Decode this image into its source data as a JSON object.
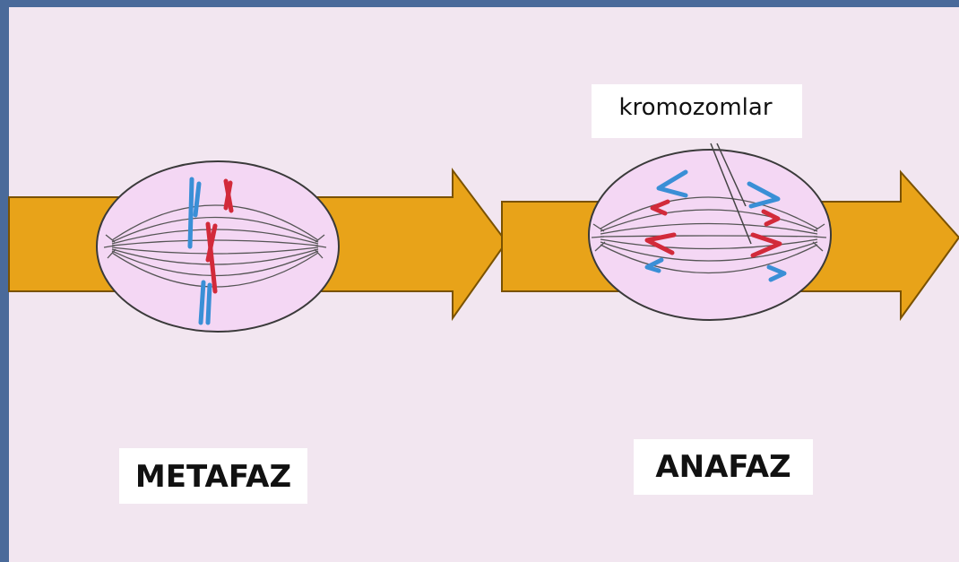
{
  "callout": {
    "text": "kromozomlar"
  },
  "stages": [
    {
      "label": "METAFAZ"
    },
    {
      "label": "ANAFAZ"
    }
  ],
  "colors": {
    "frame": "#4a6a9a",
    "panel": "#f2e6f0",
    "arrow": "#e8a319",
    "arrow_outline": "#7a5200",
    "cell_fill": "#f4d7f4",
    "cell_outline": "#3a3a3a",
    "chromosome_blue": "#3a8fd6",
    "chromosome_red": "#d22a3a"
  },
  "icons": [
    "process-arrow",
    "cell-metaphase",
    "cell-anaphase",
    "callout-line"
  ]
}
